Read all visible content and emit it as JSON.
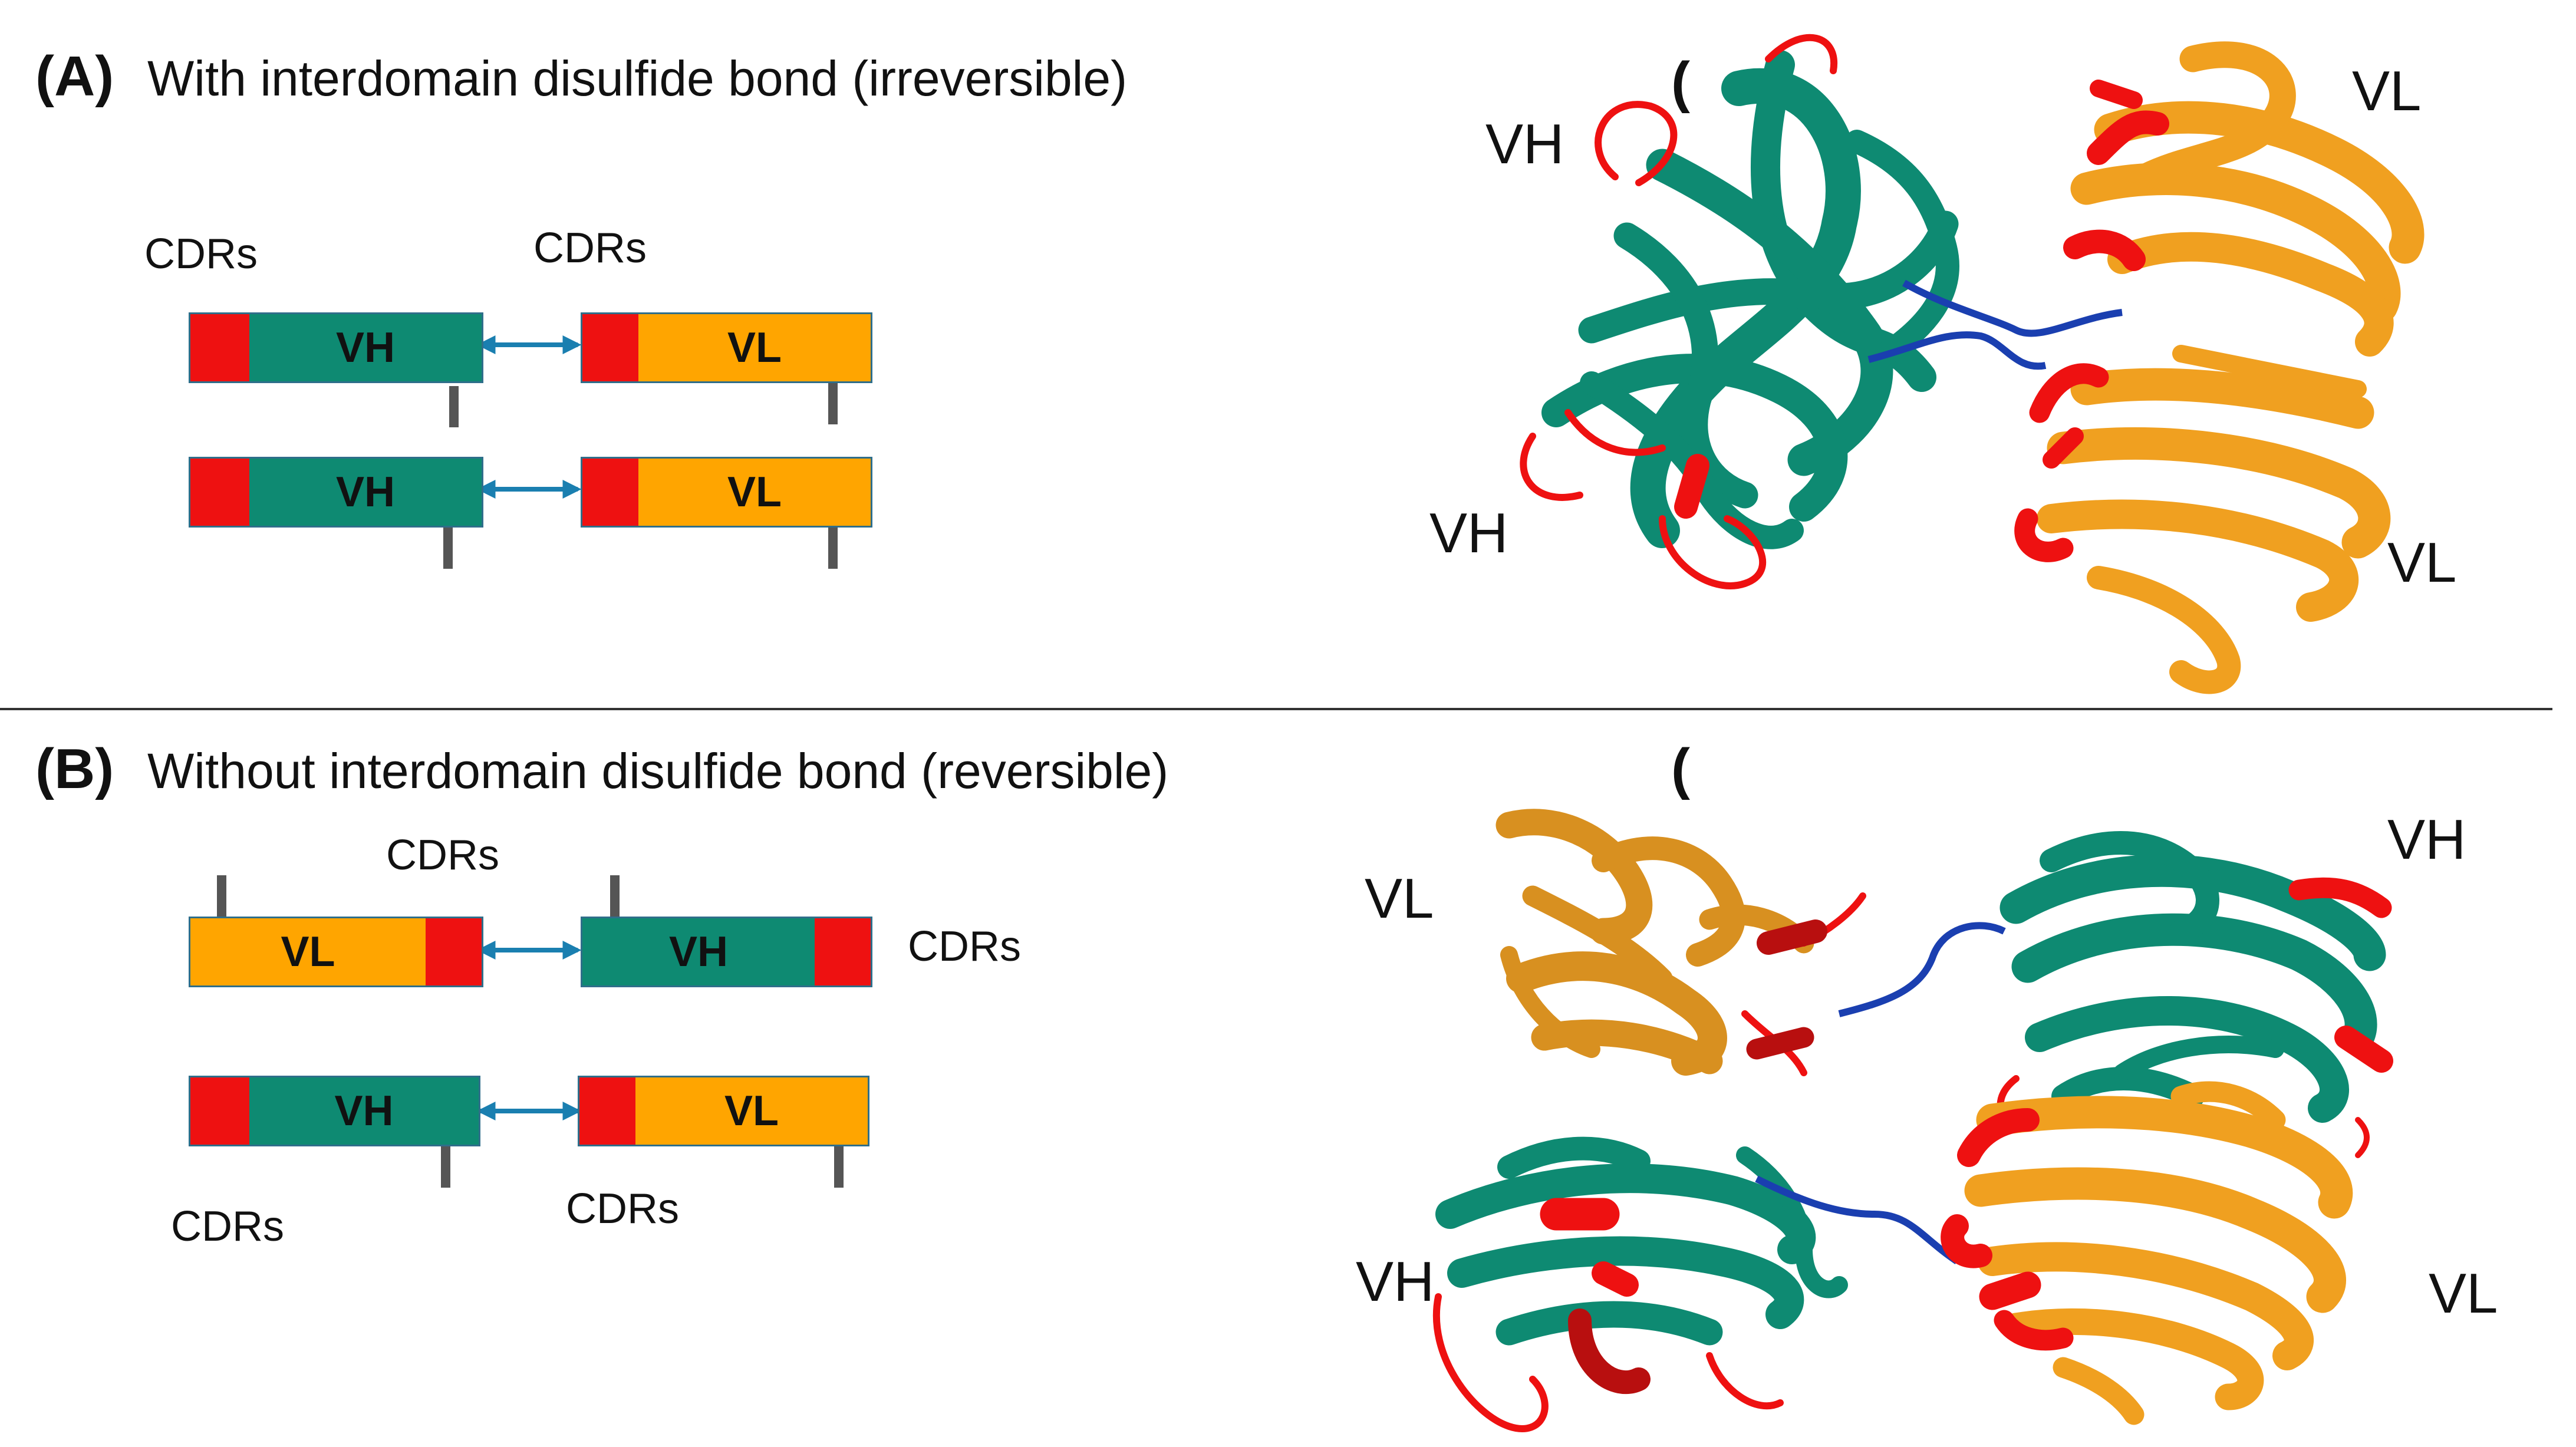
{
  "panels": [
    {
      "letter": "(A)",
      "title": "With interdomain disulfide bond (irreversible)",
      "cdr_labels": [
        "CDRs",
        "CDRs"
      ],
      "rows": [
        {
          "left": "VH",
          "right": "VL"
        },
        {
          "left": "VH",
          "right": "VL"
        }
      ],
      "structure_labels": [
        "VH",
        "VH",
        "VL",
        "VL"
      ],
      "structure_paren": "("
    },
    {
      "letter": "(B)",
      "title": "Without interdomain disulfide bond (reversible)",
      "cdr_labels": [
        "CDRs",
        "CDRs",
        "CDRs",
        "CDRs"
      ],
      "rows": [
        {
          "left": "VL",
          "right": "VH"
        },
        {
          "left": "VH",
          "right": "VL"
        }
      ],
      "structure_labels": [
        "VL",
        "VH",
        "VH",
        "VL"
      ],
      "structure_paren": "("
    }
  ],
  "colors": {
    "vh": "#0e8a72",
    "vl": "#ffa500",
    "cdr": "#ee1111",
    "linker": "#1a3fb0",
    "bond_arrow": "#1a7fb0",
    "cysteine": "#555555"
  }
}
